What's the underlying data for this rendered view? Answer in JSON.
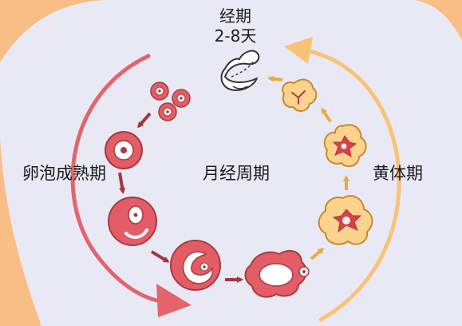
{
  "diagram": {
    "period_title": "经期",
    "period_days": "2-8天",
    "follicular_phase": "卵泡成熟期",
    "menstrual_cycle": "月经周期",
    "luteal_phase": "黄体期"
  },
  "colors": {
    "background_outer": "#f9bd86",
    "background_inner": "#e9e9f6",
    "red_arrow": "#e5636a",
    "orange_arrow": "#f8c377",
    "follicle_red": "#e35d66",
    "corpus_luteum_yellow": "#fcd38c",
    "corpus_luteum_red": "#d6414b"
  }
}
